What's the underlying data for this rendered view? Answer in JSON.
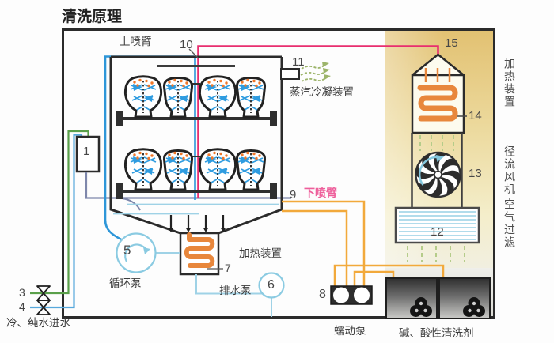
{
  "title": "清洗原理",
  "colors": {
    "steam_pipe_pink": "#e82e6f",
    "water_supply_blue": "#2e96d8",
    "light_blue": "#9fd2e6",
    "inlet_green": "#5aa04a",
    "detergent_tube_orange": "#f2a93b",
    "heater_coil_orange": "#e8873c",
    "steam_arrow_green": "#9cb46a",
    "panel_gold": "#e6c878"
  },
  "chamber": {
    "upper_arm": "上喷臂",
    "pipe_num": "10",
    "vent_num": "11",
    "condenser": "蒸汽冷凝装置",
    "lower_arm_num": "9",
    "lower_arm": "下喷臂",
    "softener_num": "1"
  },
  "sump": {
    "circ_num": "5",
    "circ": "循环泵",
    "heater_num": "7",
    "heater": "加热装置",
    "drain_num": "6",
    "drain": "排水泵"
  },
  "dosing": {
    "pump_num": "8",
    "pump": "蠕动泵",
    "containers": "碱、酸性清洗剂"
  },
  "air": {
    "top_num": "15",
    "coil_num": "14",
    "fan_num": "13",
    "filter_num": "12"
  },
  "side": {
    "heater": "加热装置",
    "fan": "径流风机",
    "filter": "空气过滤"
  },
  "inlet": {
    "v3": "3",
    "v4": "4",
    "label": "冷、纯水进水"
  }
}
